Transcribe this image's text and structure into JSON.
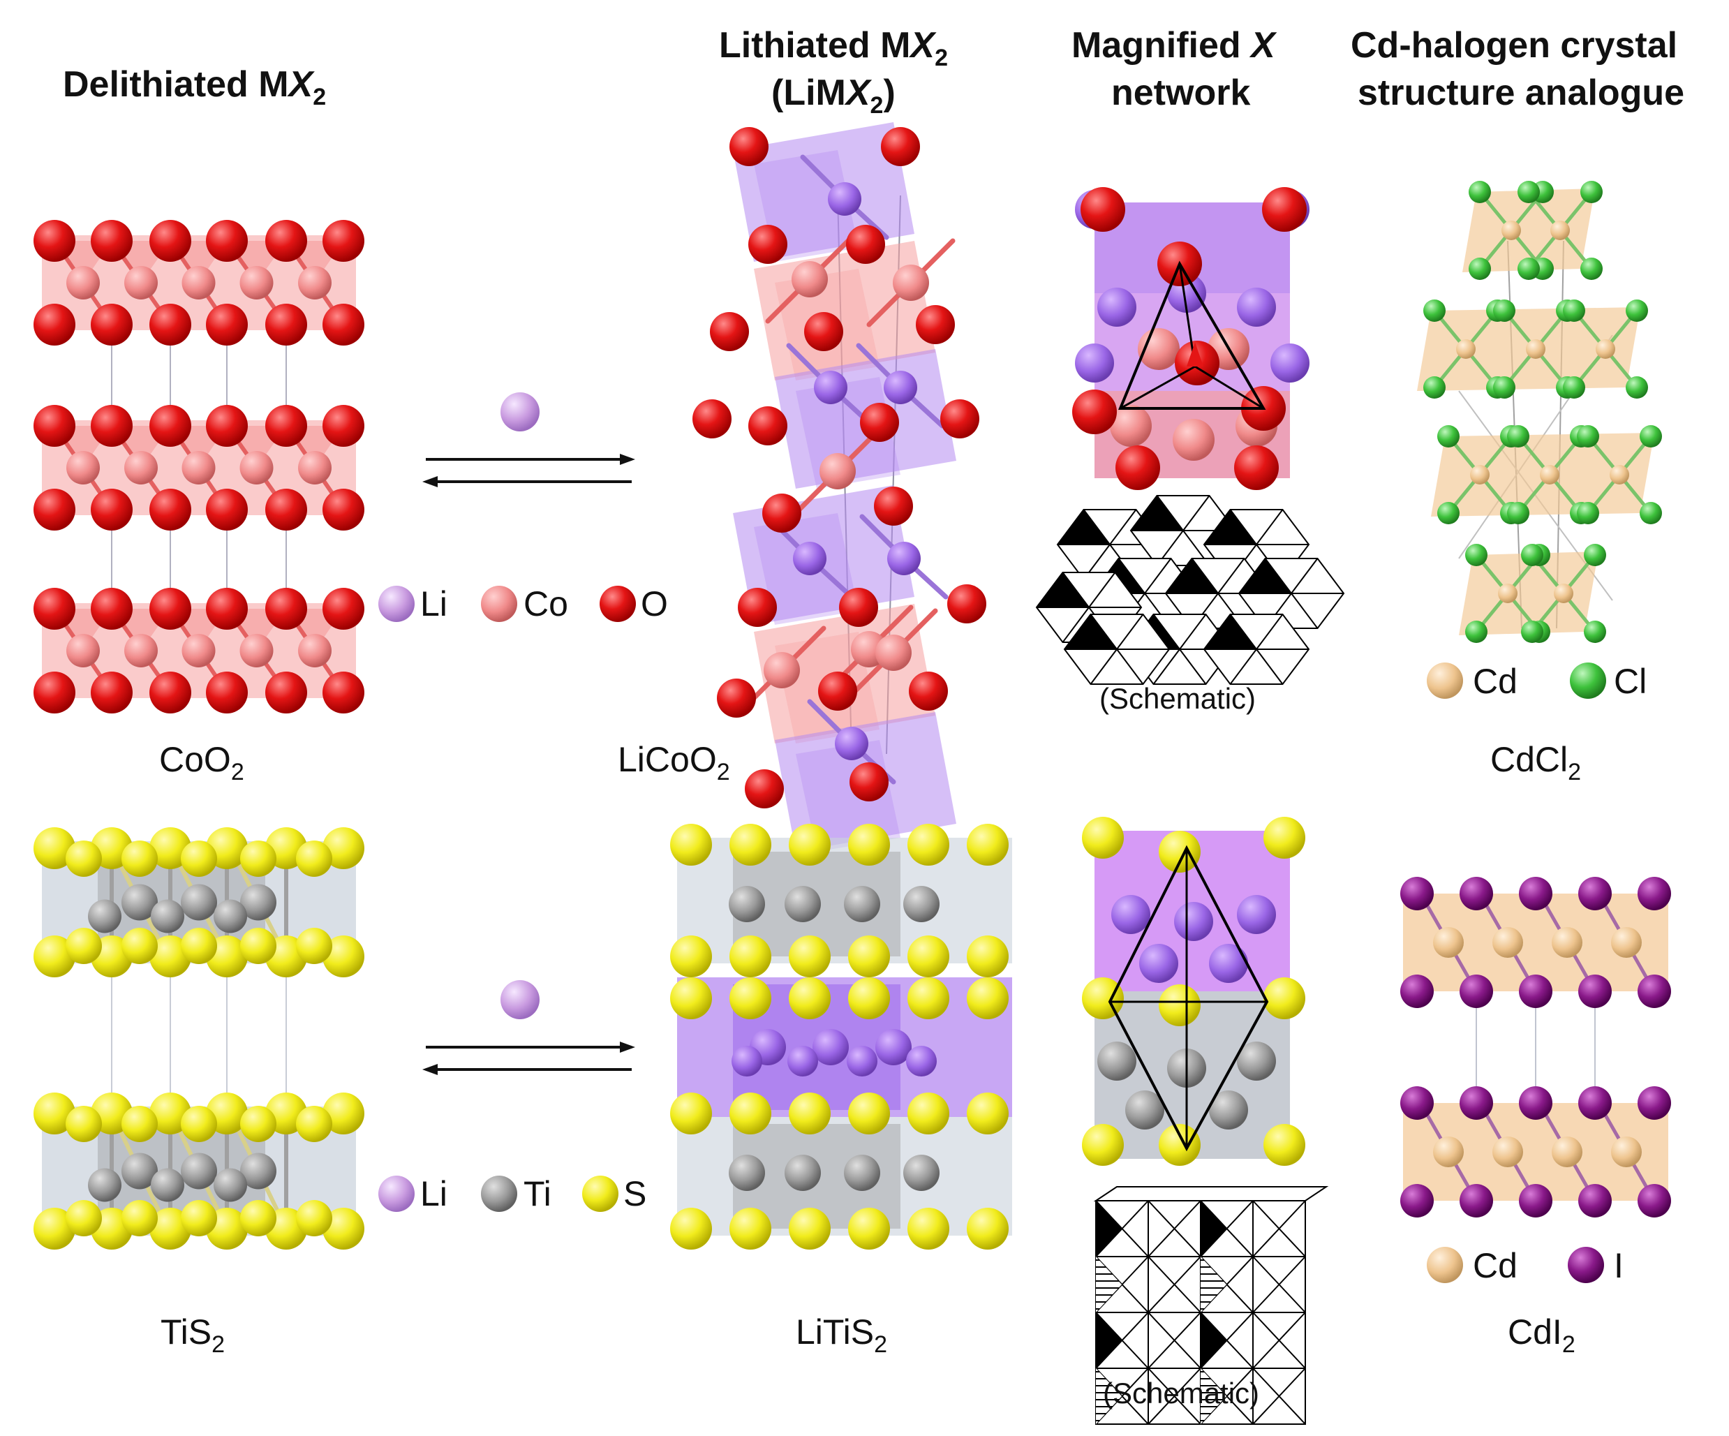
{
  "headers": {
    "delithiated": {
      "line1": "Delithiated M",
      "x": "X",
      "sub": "2"
    },
    "lithiated": {
      "line1": "Lithiated M",
      "x": "X",
      "sub": "2",
      "line2a": "(LiM",
      "line2x": "X",
      "line2sub": "2",
      "line2b": ")"
    },
    "magnified": {
      "line1a": "Magnified ",
      "line1x": "X",
      "line2": "network"
    },
    "analogue": {
      "line1": "Cd-halogen crystal",
      "line2": "structure analogue"
    }
  },
  "labels": {
    "coo2": {
      "base": "CoO",
      "sub": "2"
    },
    "licoo2": {
      "base": "LiCoO",
      "sub": "2"
    },
    "cdcl2": {
      "base": "CdCl",
      "sub": "2"
    },
    "tis2": {
      "base": "TiS",
      "sub": "2"
    },
    "litis2": {
      "base": "LiTiS",
      "sub": "2"
    },
    "cdi2": {
      "base": "CdI",
      "sub": "2"
    },
    "schematic_top": "(Schematic)",
    "schematic_bottom": "(Schematic)"
  },
  "legend_top": [
    "Li",
    "Co",
    "O"
  ],
  "legend_bottom": [
    "Li",
    "Ti",
    "S"
  ],
  "legend_cdcl2": [
    "Cd",
    "Cl"
  ],
  "legend_cdi2": [
    "Cd",
    "I"
  ],
  "colors": {
    "Li": "#c99be0",
    "Co": "#f08a8a",
    "O": "#e41515",
    "Ti": "#9a9a9a",
    "S": "#f1ec1c",
    "Cd": "#eec48e",
    "Cl": "#3ec23c",
    "I": "#8a1a8a",
    "li_polyhedron": "#b58af0",
    "co_polyhedron": "#f5a0a0",
    "ti_polyhedron": "#c9d2dc",
    "cd_polyhedron": "#f3c894"
  }
}
